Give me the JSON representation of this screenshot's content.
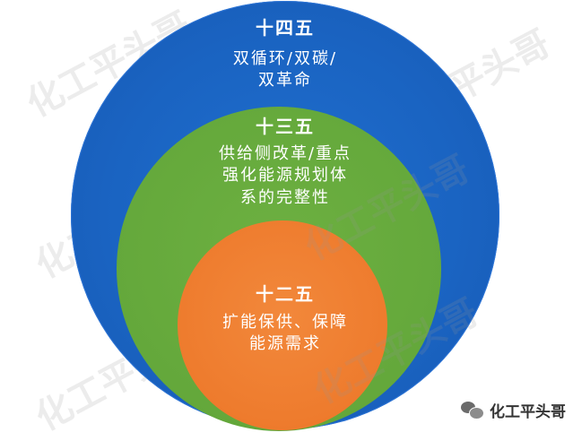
{
  "diagram": {
    "outer": {
      "title": "十四五",
      "desc_line1": "双循环/双碳/",
      "desc_line2": "双革命",
      "color": "#1a63c1"
    },
    "middle": {
      "title": "十三五",
      "desc_line1": "供给侧改革/重点",
      "desc_line2": "强化能源规划体",
      "desc_line3": "系的完整性",
      "color": "#64a83b"
    },
    "inner": {
      "title": "十二五",
      "desc_line1": "扩能保供、保障",
      "desc_line2": "能源需求",
      "color": "#ee7b2d"
    }
  },
  "watermark": {
    "text": "化工平头哥"
  },
  "brand": {
    "icon": "wechat-icon",
    "name": "化工平头哥"
  }
}
